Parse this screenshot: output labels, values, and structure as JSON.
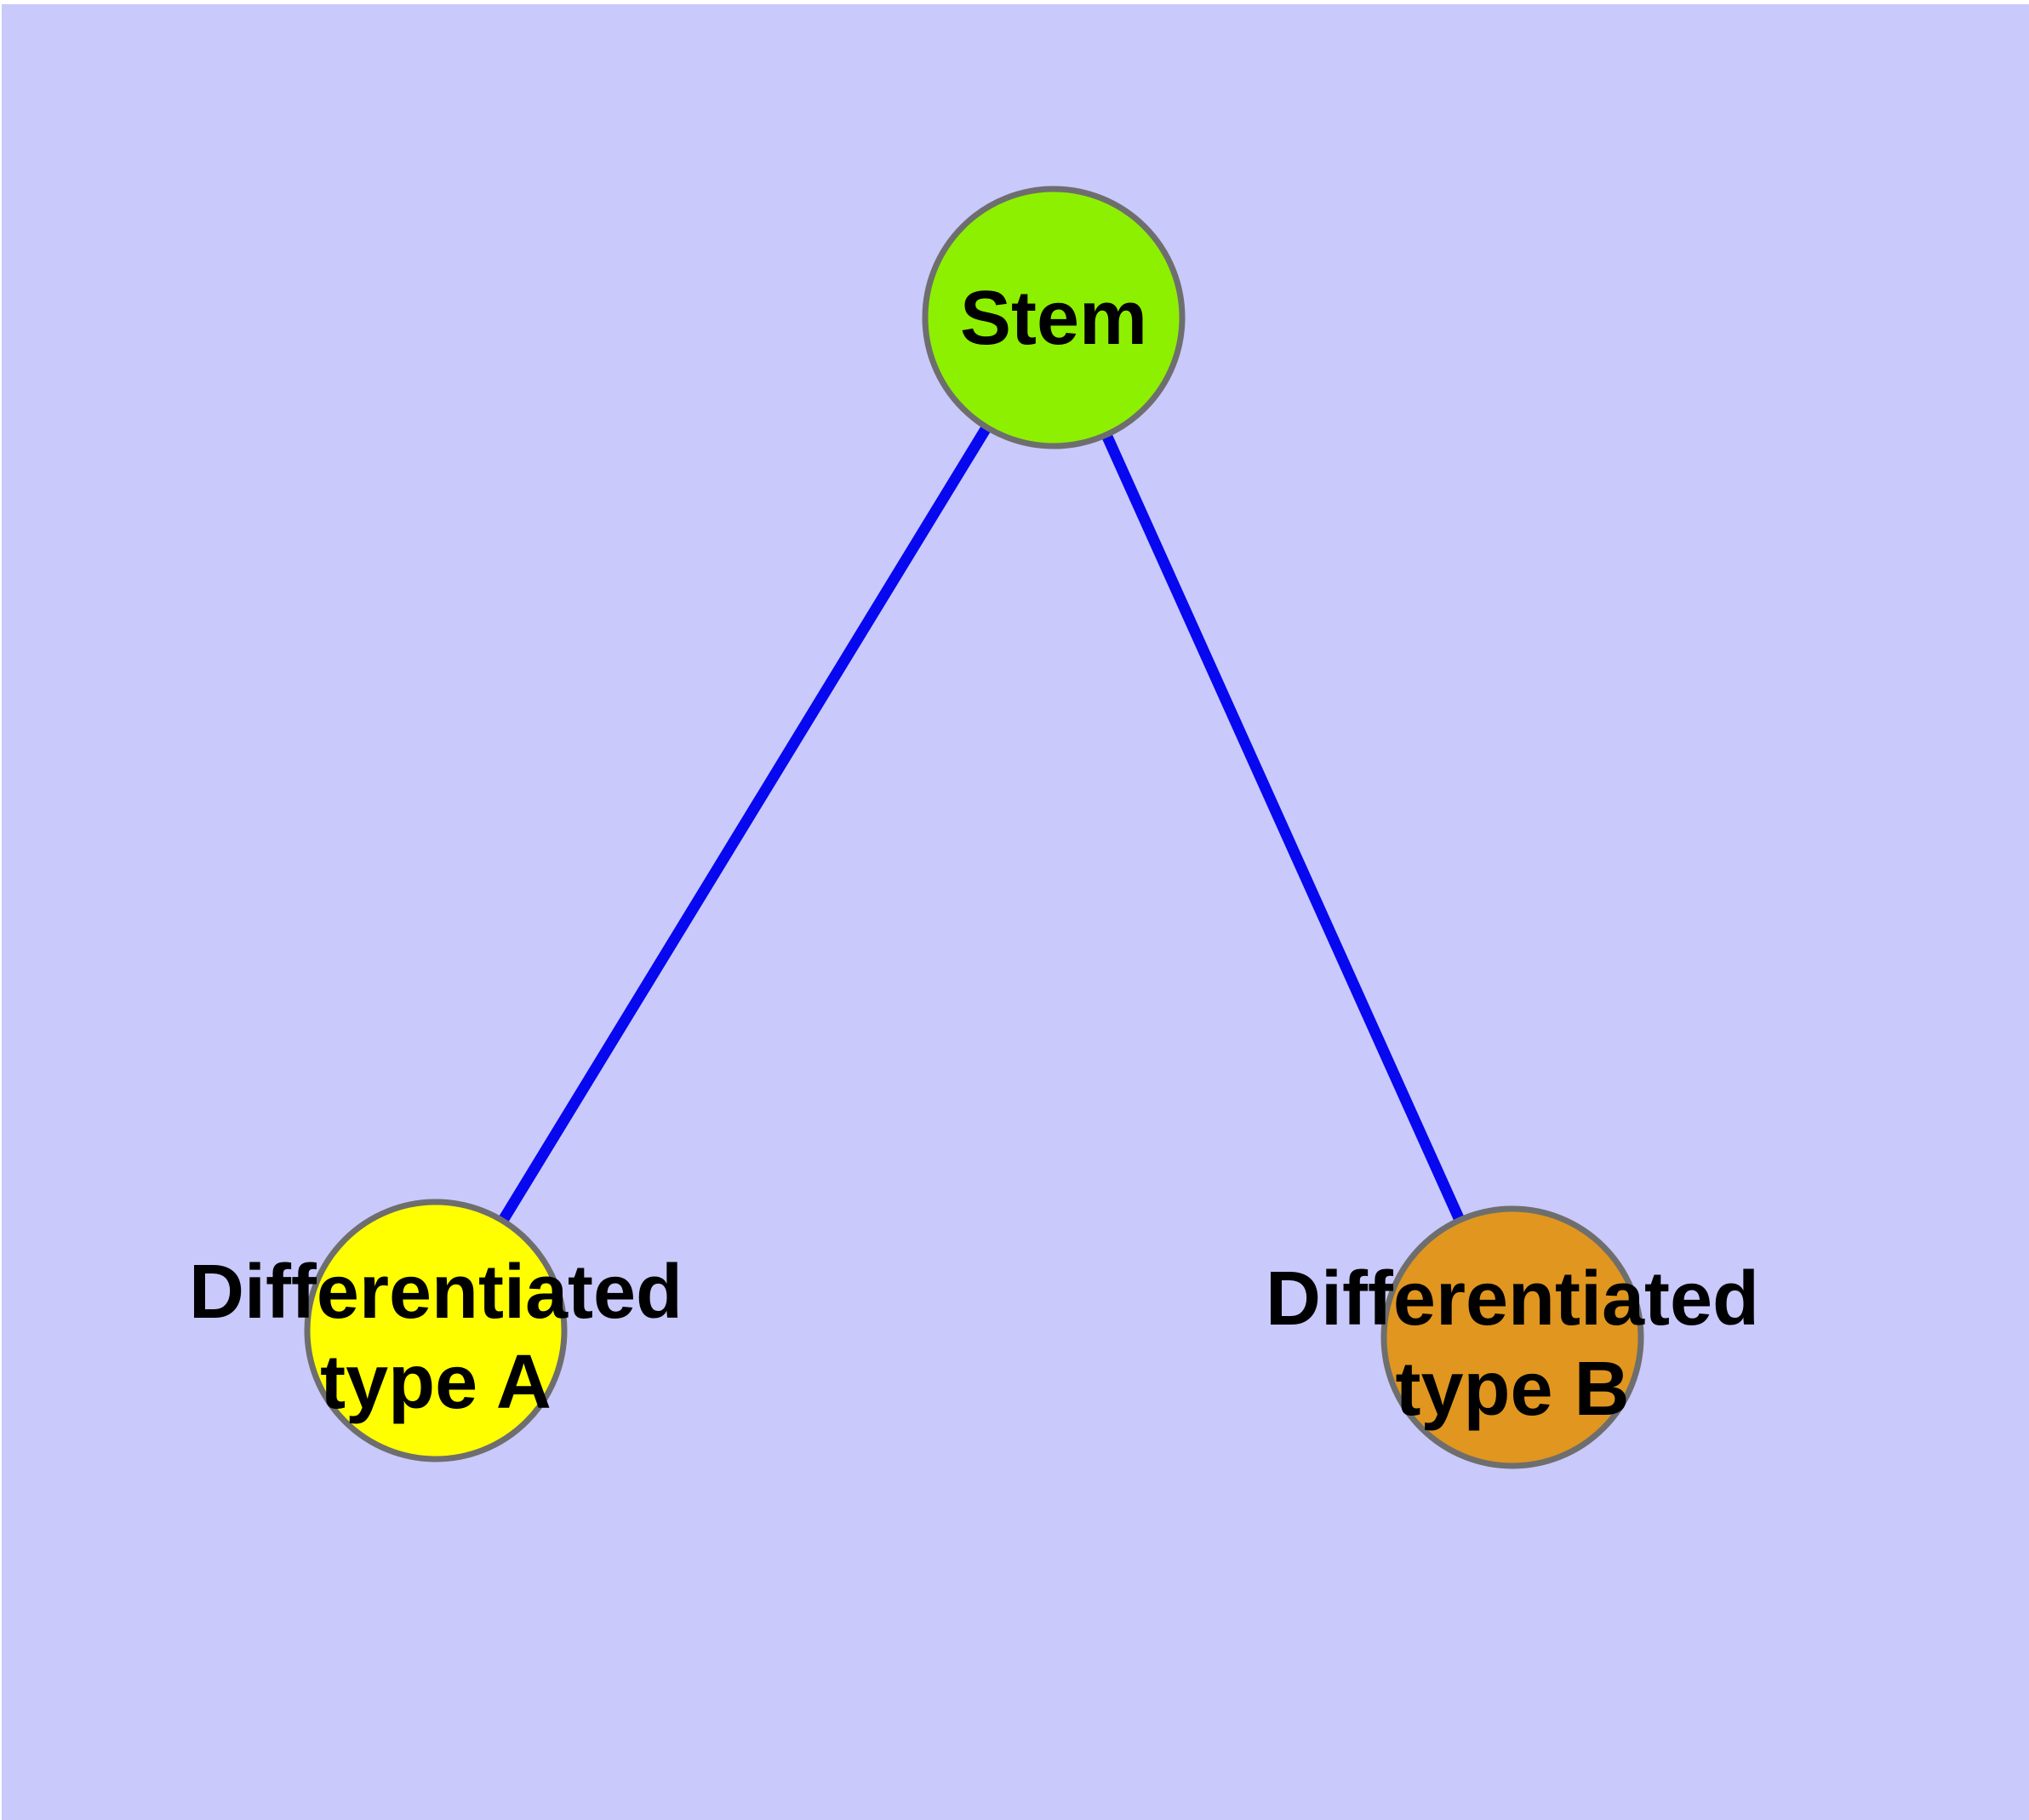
{
  "diagram": {
    "background_color": "#c9c9fb",
    "edge_color": "#0707f0",
    "node_border_color": "#6e6e6e",
    "label_color": "#000000",
    "nodes": {
      "stem": {
        "label": "Stem",
        "fill": "#8df000"
      },
      "type_a": {
        "label": "Differentiated type A",
        "label_line1": "Differentiated",
        "label_line2": "type A",
        "fill": "#ffff00"
      },
      "type_b": {
        "label": "Differentiated type B",
        "label_line1": "Differentiated",
        "label_line2": "type B",
        "fill": "#e0961f"
      }
    },
    "edges": [
      {
        "from": "Stem",
        "to": "Differentiated type A"
      },
      {
        "from": "Stem",
        "to": "Differentiated type B"
      }
    ]
  }
}
